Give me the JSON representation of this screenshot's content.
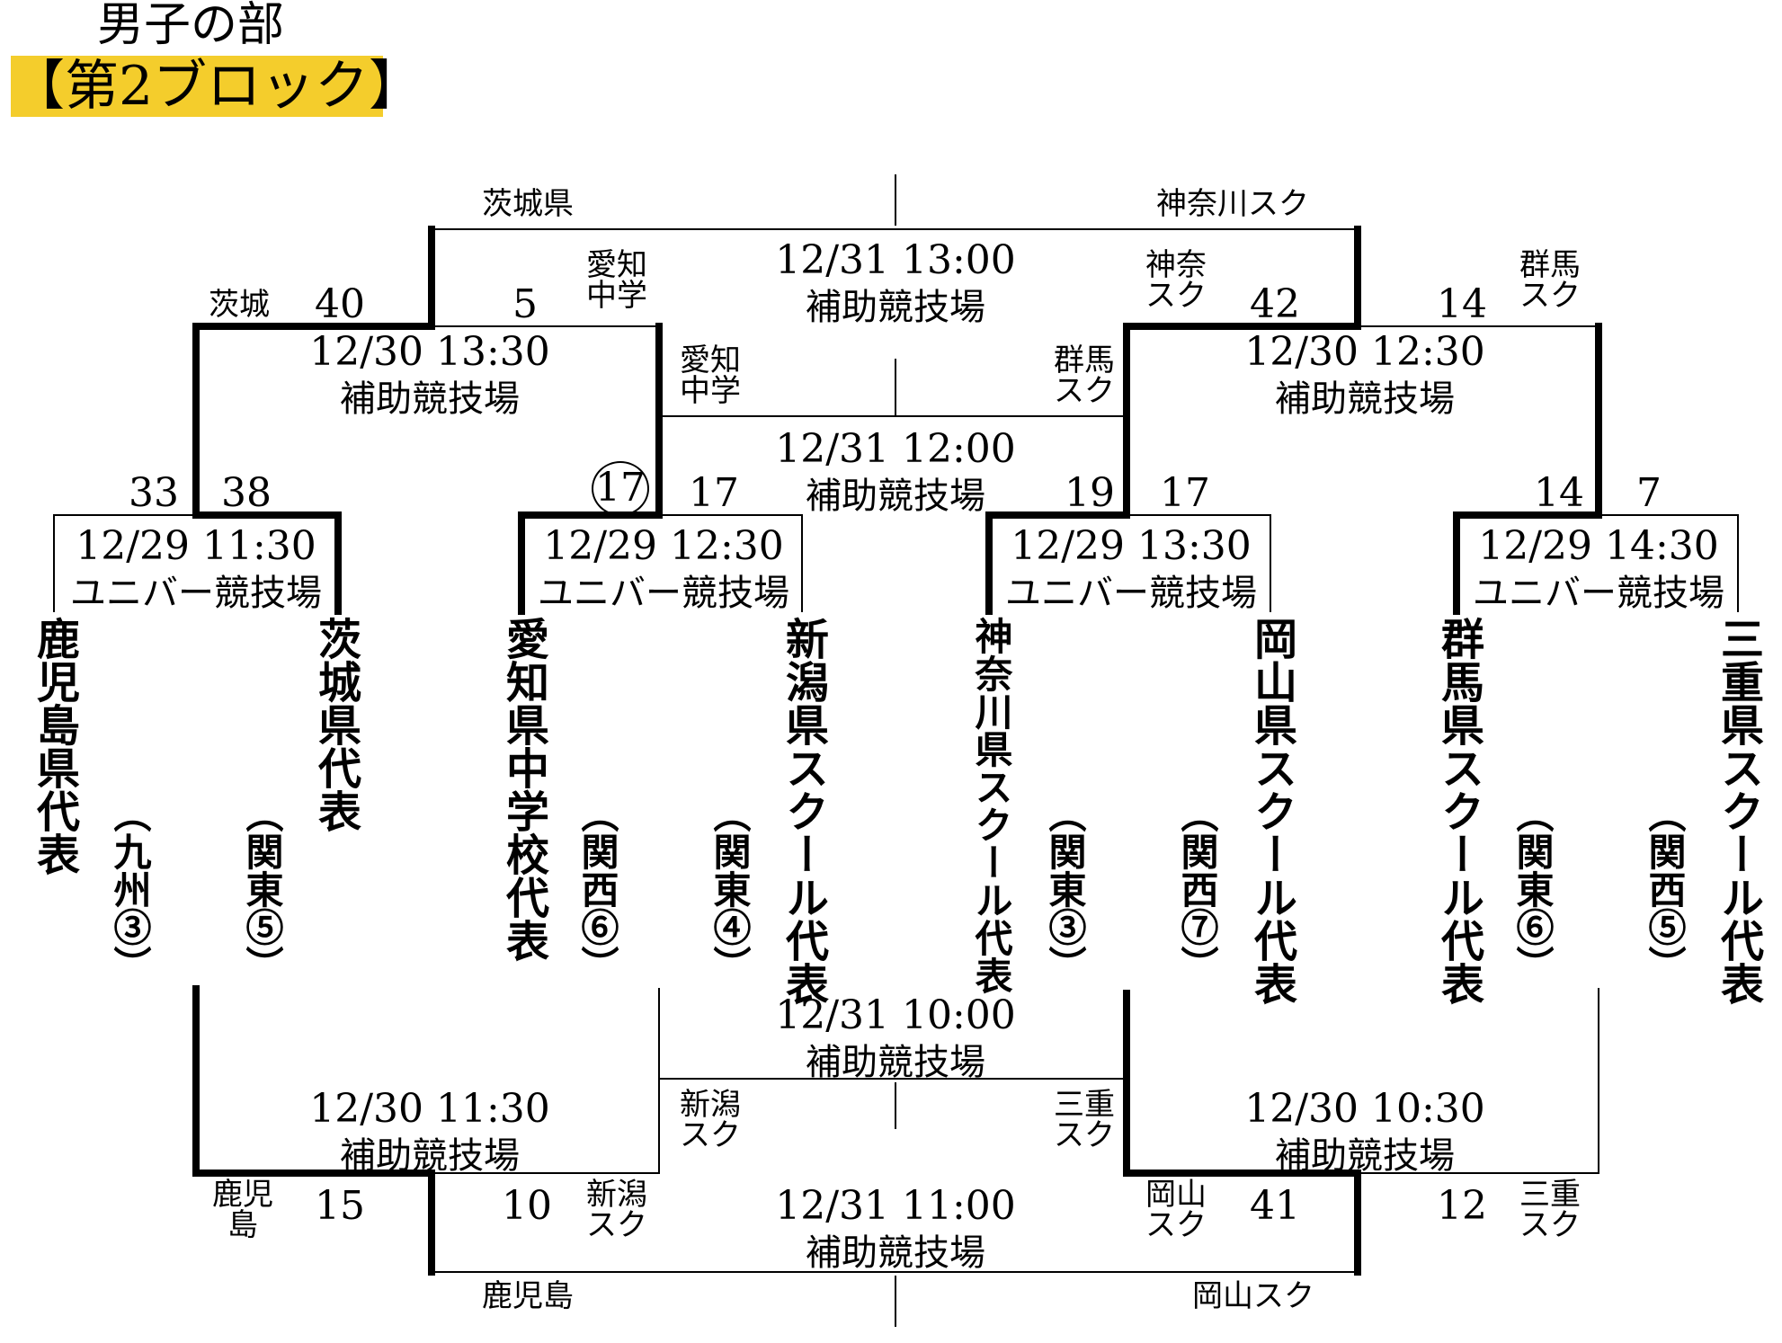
{
  "header": {
    "division": "男子の部",
    "block": "【第2ブロック】"
  },
  "colors": {
    "badge": "#f4cd2c",
    "line": "#000000"
  },
  "teams": [
    {
      "name": "鹿児島県代表",
      "region": "（九州③）"
    },
    {
      "name": "茨城県代表",
      "region": "（関東⑤）"
    },
    {
      "name": "愛知県中学校代表",
      "region": "（関西⑥）"
    },
    {
      "name": "新潟県スクール代表",
      "region": "（関東④）"
    },
    {
      "name": "神奈川県スクール代表",
      "region": "（関東③）"
    },
    {
      "name": "岡山県スクール代表",
      "region": "（関西⑦）"
    },
    {
      "name": "群馬県スクール代表",
      "region": "（関東⑥）"
    },
    {
      "name": "三重県スクール代表",
      "region": "（関西⑤）"
    }
  ],
  "round1": [
    {
      "date": "12/29 11:30",
      "venue": "ユニバー競技場",
      "left_score": "33",
      "right_score": "38"
    },
    {
      "date": "12/29 12:30",
      "venue": "ユニバー競技場",
      "left_score": "17",
      "right_score": "17"
    },
    {
      "date": "12/29 13:30",
      "venue": "ユニバー競技場",
      "left_score": "19",
      "right_score": "17"
    },
    {
      "date": "12/29 14:30",
      "venue": "ユニバー競技場",
      "left_score": "14",
      "right_score": "7"
    }
  ],
  "upper": {
    "semi_left": {
      "date": "12/30 13:30",
      "venue": "補助競技場",
      "left_label": "茨城",
      "left_score": "40",
      "right_score": "5",
      "right_label": "愛知\n中学"
    },
    "semi_right": {
      "date": "12/30 12:30",
      "venue": "補助競技場",
      "left_label": "神奈\nスク",
      "left_score": "42",
      "right_score": "14",
      "right_label": "群馬\nスク"
    },
    "final": {
      "date": "12/31 13:00",
      "venue": "補助競技場",
      "left_label": "茨城県",
      "right_label": "神奈川スク"
    },
    "third": {
      "date": "12/31 12:00",
      "venue": "補助競技場",
      "left_label": "愛知\n中学",
      "right_label": "群馬\nスク"
    }
  },
  "lower": {
    "semi_left": {
      "date": "12/30 11:30",
      "venue": "補助競技場",
      "left_label": "鹿児\n島",
      "left_score": "15",
      "right_score": "10",
      "right_label": "新潟\nスク"
    },
    "semi_right": {
      "date": "12/30 10:30",
      "venue": "補助競技場",
      "left_label": "岡山\nスク",
      "left_score": "41",
      "right_score": "12",
      "right_label": "三重\nスク"
    },
    "final": {
      "date": "12/31 11:00",
      "venue": "補助競技場",
      "left_label": "鹿児島",
      "right_label": "岡山スク"
    },
    "seventh": {
      "date": "12/31 10:00",
      "venue": "補助競技場",
      "left_label": "新潟\nスク",
      "right_label": "三重\nスク"
    }
  }
}
